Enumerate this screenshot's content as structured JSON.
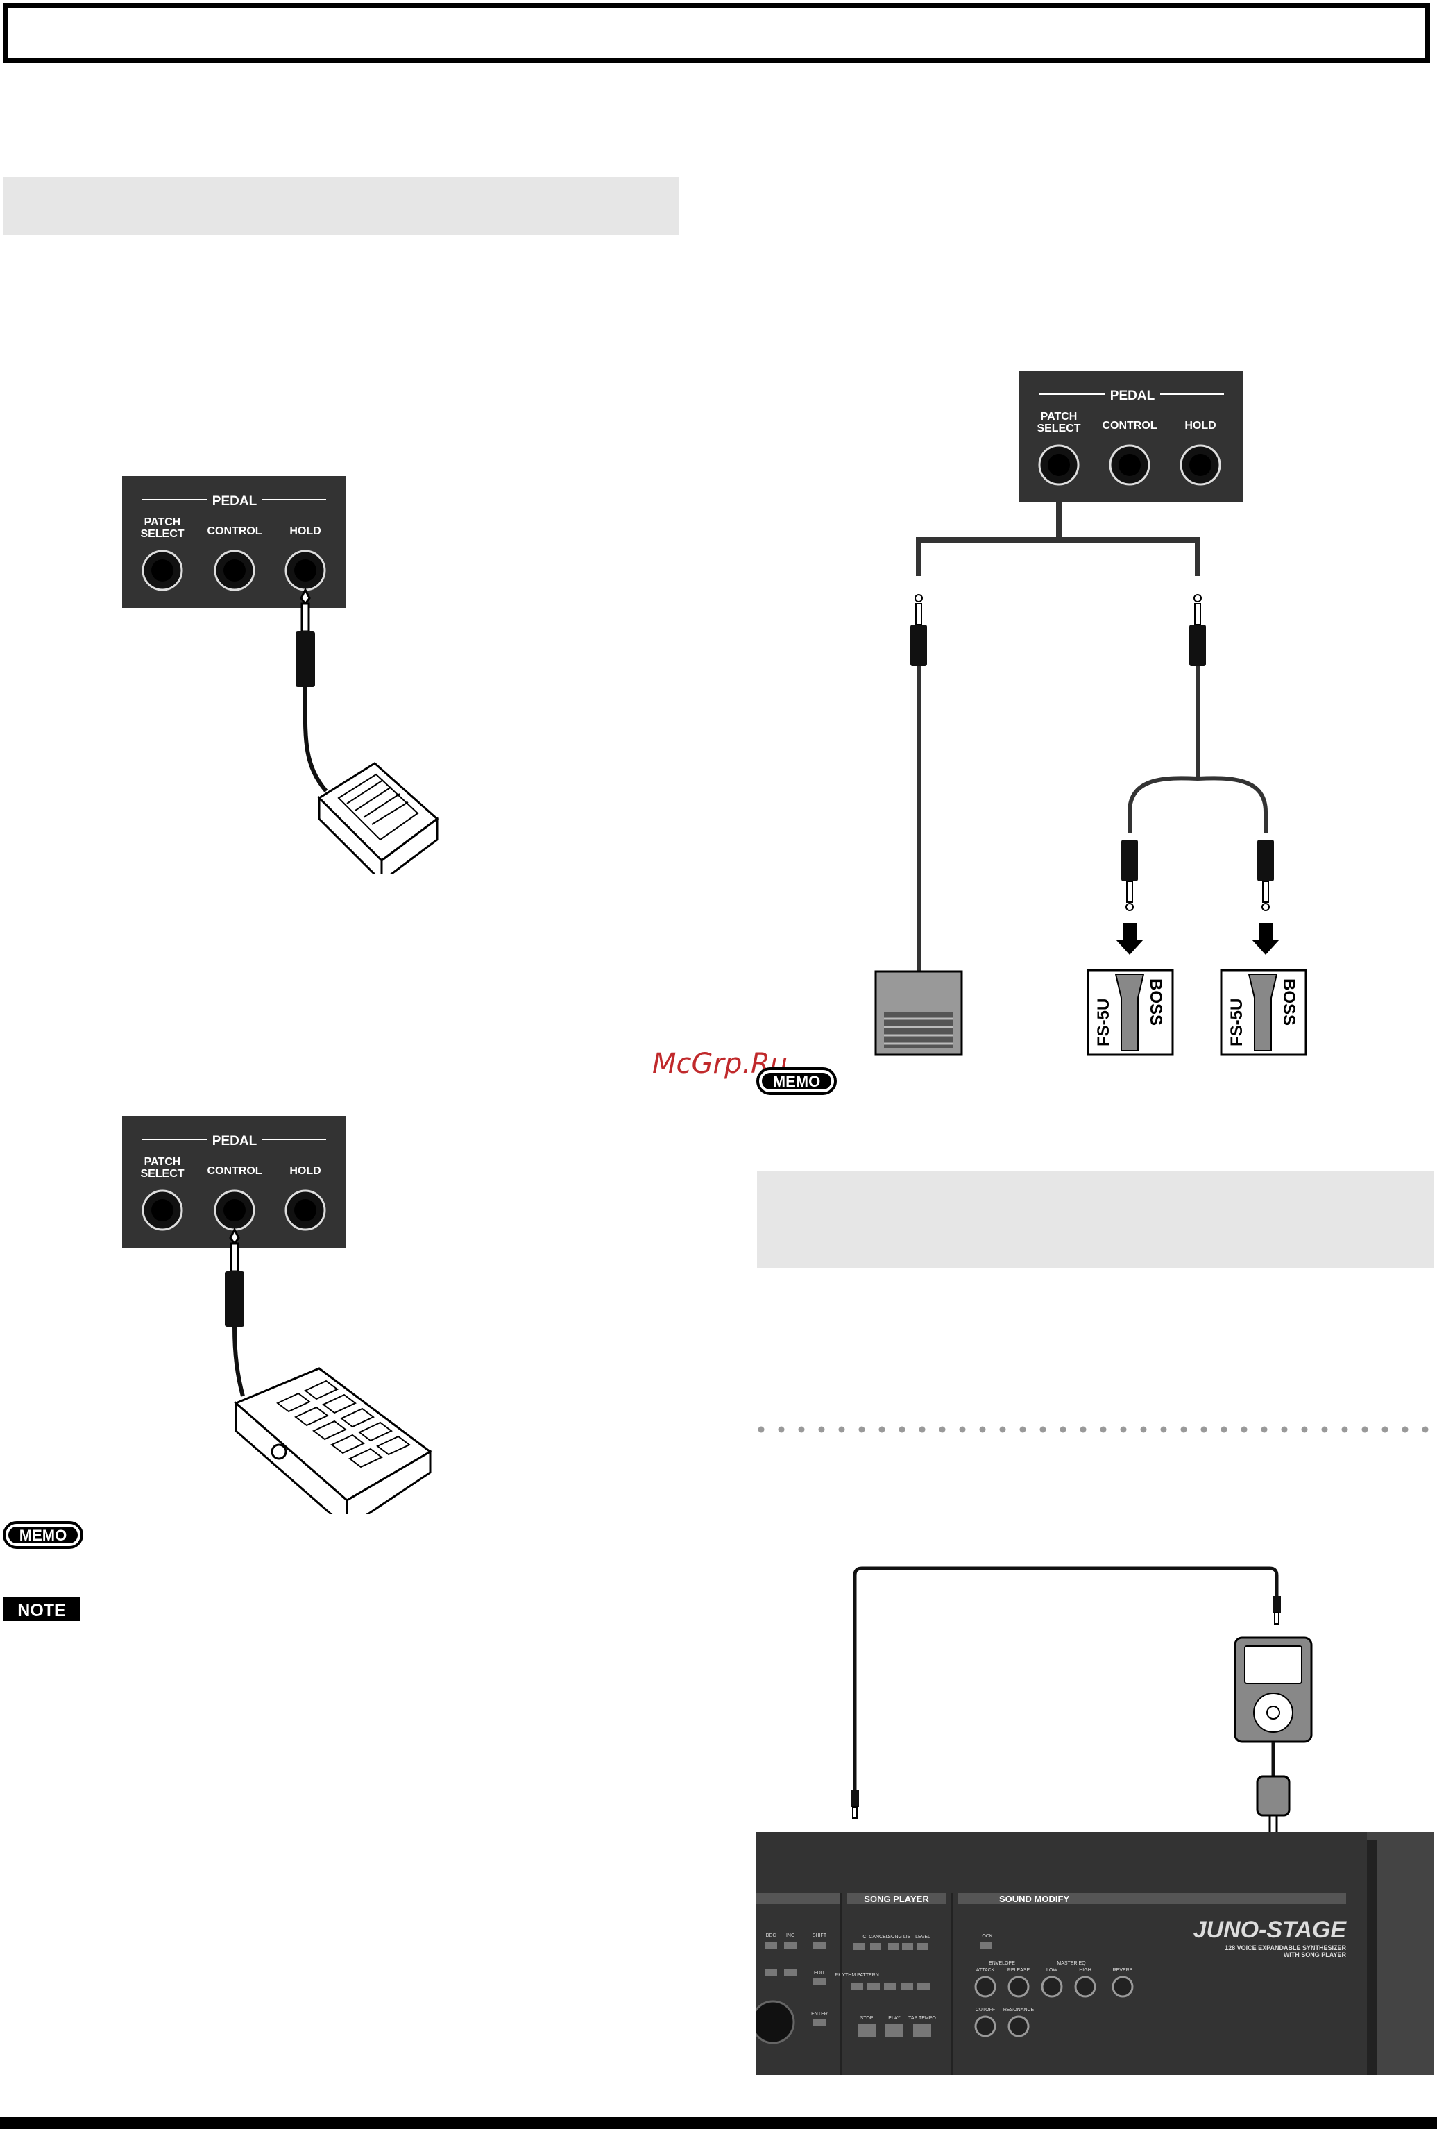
{
  "panel": {
    "title": "PEDAL",
    "jacks": [
      "PATCH\nSELECT",
      "CONTROL",
      "HOLD"
    ]
  },
  "badges": {
    "memo": "MEMO",
    "note": "NOTE"
  },
  "footswitch": {
    "model": "FS-5U",
    "brand": "BOSS"
  },
  "keyboard": {
    "sections": [
      "SONG PLAYER",
      "SOUND MODIFY"
    ],
    "logo": "JUNO-STAGE",
    "tagline1": "128 VOICE EXPANDABLE SYNTHESIZER",
    "tagline2": "WITH SONG PLAYER",
    "buttons": [
      "SHIFT",
      "EDIT",
      "ENTER",
      "INC",
      "DEC",
      "C. CANCEL",
      "SONG LIST",
      "LEVEL",
      "RHYTHM PATTERN",
      "STOP",
      "PLAY",
      "TAP TEMPO",
      "LOCK"
    ],
    "knob_groups": [
      "ENVELOPE",
      "MASTER EQ"
    ],
    "knob_labels": [
      "ATTACK",
      "RELEASE",
      "LOW",
      "HIGH",
      "REVERB",
      "CUTOFF",
      "RESONANCE"
    ]
  },
  "watermark": "McGrp.Ru",
  "colors": {
    "panel": "#333333",
    "band": "#e6e6e6",
    "accent_red": "#c0292b"
  }
}
